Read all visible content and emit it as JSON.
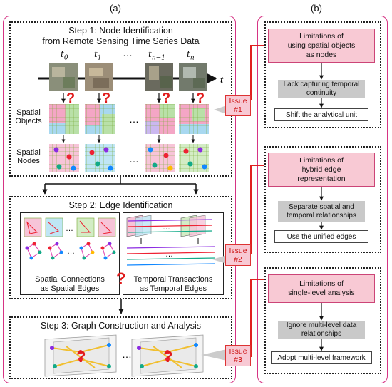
{
  "panel_a": {
    "label": "(a)",
    "step1": {
      "title_line1": "Step 1: Node Identification",
      "title_line2": "from Remote Sensing Time Series Data",
      "t_labels": [
        "t0",
        "t1",
        "tn−1",
        "tn"
      ],
      "ellipsis": "…",
      "axis_label": "t",
      "row_spatial_objects": [
        "Spatial",
        "Objects"
      ],
      "row_spatial_nodes": [
        "Spatial",
        "Nodes"
      ]
    },
    "step2": {
      "title": "Step 2: Edge Identification",
      "left_caption_line1": "Spatial Connections",
      "left_caption_line2": "as Spatial Edges",
      "right_caption_line1": "Temporal Transactions",
      "right_caption_line2": "as Temporal Edges"
    },
    "step3": {
      "title": "Step 3: Graph Construction and Analysis"
    }
  },
  "panel_b": {
    "label": "(b)",
    "group1": {
      "limitation": [
        "Limitations of",
        "using spatial objects",
        "as nodes"
      ],
      "problem": [
        "Lack capturing temporal",
        "continuity"
      ],
      "solution": "Shift the analytical unit"
    },
    "group2": {
      "limitation": [
        "Limitations of",
        "hybrid edge",
        "representation"
      ],
      "problem": [
        "Separate spatial and",
        "temporal relationships"
      ],
      "solution": "Use the unified edges"
    },
    "group3": {
      "limitation": [
        "Limitations of",
        "single-level analysis"
      ],
      "problem": [
        "Ignore multi-level data",
        "relationships"
      ],
      "solution": "Adopt multi-level framework"
    }
  },
  "issues": [
    {
      "label": "Issue",
      "number": "#1"
    },
    {
      "label": "Issue",
      "number": "#2"
    },
    {
      "label": "Issue",
      "number": "#3"
    }
  ],
  "question_mark": "?",
  "colors": {
    "panel_border": "#d63384",
    "limitation_fill": "#f8c9d4",
    "issue_line": "#e02020",
    "gray_fill": "#c9c9c9"
  }
}
